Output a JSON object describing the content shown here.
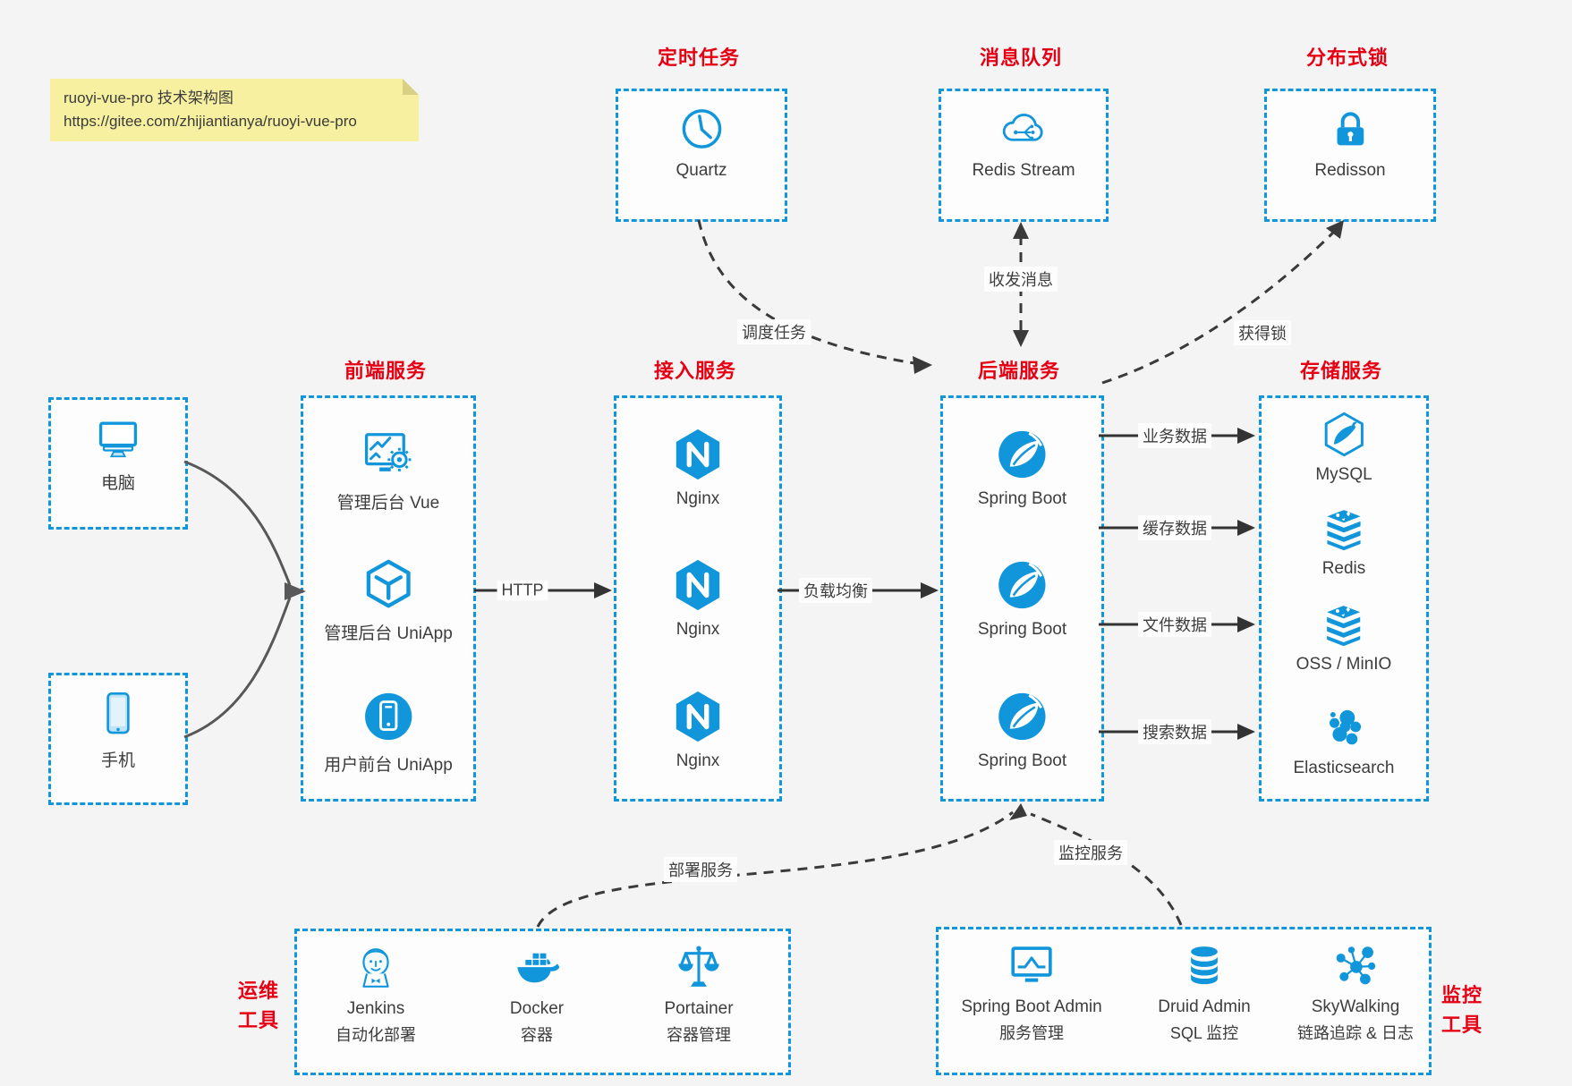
{
  "note": {
    "line1": "ruoyi-vue-pro 技术架构图",
    "line2": "https://gitee.com/zhijiantianya/ruoyi-vue-pro"
  },
  "colors": {
    "accent_blue": "#1296db",
    "title_red": "#e60013",
    "note_yellow": "#f7f0a0",
    "line_dark": "#333333"
  },
  "top_services": [
    {
      "title": "定时任务",
      "item": {
        "label": "Quartz",
        "icon": "clock-icon"
      }
    },
    {
      "title": "消息队列",
      "item": {
        "label": "Redis Stream",
        "icon": "cloud-stream-icon"
      }
    },
    {
      "title": "分布式锁",
      "item": {
        "label": "Redisson",
        "icon": "lock-icon"
      }
    }
  ],
  "clients": [
    {
      "label": "电脑",
      "icon": "desktop-icon"
    },
    {
      "label": "手机",
      "icon": "mobile-icon"
    }
  ],
  "columns": [
    {
      "title": "前端服务",
      "items": [
        {
          "label": "管理后台 Vue",
          "icon": "admin-vue-icon"
        },
        {
          "label": "管理后台 UniApp",
          "icon": "uniapp-cube-icon"
        },
        {
          "label": "用户前台 UniApp",
          "icon": "user-uniapp-icon"
        }
      ]
    },
    {
      "title": "接入服务",
      "items": [
        {
          "label": "Nginx",
          "icon": "nginx-icon"
        },
        {
          "label": "Nginx",
          "icon": "nginx-icon"
        },
        {
          "label": "Nginx",
          "icon": "nginx-icon"
        }
      ]
    },
    {
      "title": "后端服务",
      "items": [
        {
          "label": "Spring Boot",
          "icon": "spring-icon"
        },
        {
          "label": "Spring Boot",
          "icon": "spring-icon"
        },
        {
          "label": "Spring Boot",
          "icon": "spring-icon"
        }
      ]
    },
    {
      "title": "存储服务",
      "items": [
        {
          "label": "MySQL",
          "icon": "mysql-icon"
        },
        {
          "label": "Redis",
          "icon": "redis-stack-icon"
        },
        {
          "label": "OSS / MinIO",
          "icon": "redis-stack-icon"
        },
        {
          "label": "Elasticsearch",
          "icon": "elasticsearch-icon"
        }
      ]
    }
  ],
  "bottom_services": [
    {
      "title_lines": [
        "运维",
        "工具"
      ],
      "items": [
        {
          "label": "Jenkins",
          "sublabel": "自动化部署",
          "icon": "jenkins-icon"
        },
        {
          "label": "Docker",
          "sublabel": "容器",
          "icon": "docker-icon"
        },
        {
          "label": "Portainer",
          "sublabel": "容器管理",
          "icon": "scale-icon"
        }
      ]
    },
    {
      "title_lines": [
        "监控",
        "工具"
      ],
      "items": [
        {
          "label": "Spring Boot Admin",
          "sublabel": "服务管理",
          "icon": "monitor-chart-icon"
        },
        {
          "label": "Druid Admin",
          "sublabel": "SQL 监控",
          "icon": "database-icon"
        },
        {
          "label": "SkyWalking",
          "sublabel": "链路追踪 & 日志",
          "icon": "topology-icon"
        }
      ]
    }
  ],
  "connectors": {
    "http": "HTTP",
    "load_balance": "负载均衡",
    "business_data": "业务数据",
    "cache_data": "缓存数据",
    "file_data": "文件数据",
    "search_data": "搜索数据",
    "schedule_task": "调度任务",
    "send_receive_message": "收发消息",
    "acquire_lock": "获得锁",
    "deploy_service": "部署服务",
    "monitor_service": "监控服务"
  }
}
